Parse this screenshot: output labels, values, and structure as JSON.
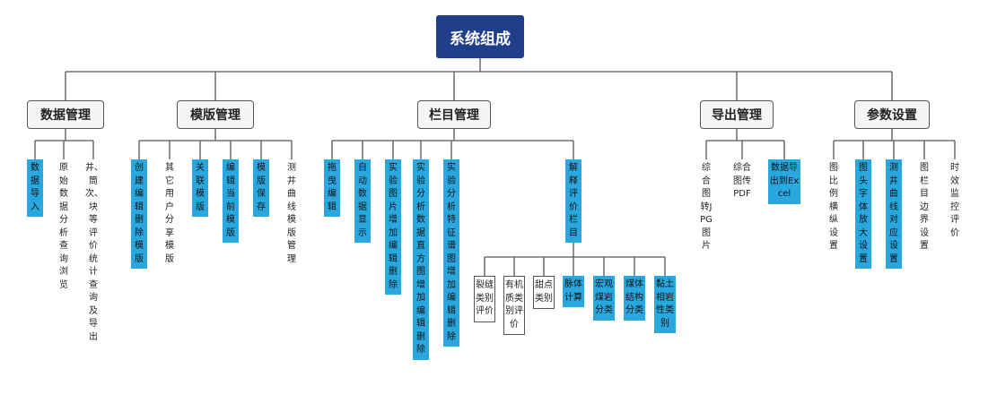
{
  "root": {
    "label": "系统组成"
  },
  "categories": [
    {
      "label": "数据管理",
      "items": [
        {
          "label": "数据导入",
          "style": "blue"
        },
        {
          "label": "原始数据分析查询浏览",
          "style": "plain"
        },
        {
          "label": "井、筒次、块等评价统计查询及导出",
          "style": "plain"
        }
      ]
    },
    {
      "label": "模版管理",
      "items": [
        {
          "label": "创建编辑删除模版",
          "style": "blue"
        },
        {
          "label": "其它用户分享模版",
          "style": "plain"
        },
        {
          "label": "关联模版",
          "style": "blue"
        },
        {
          "label": "编辑当前模版",
          "style": "blue"
        },
        {
          "label": "模版保存",
          "style": "blue"
        },
        {
          "label": "测井曲线模版管理",
          "style": "plain"
        }
      ]
    },
    {
      "label": "栏目管理",
      "items": [
        {
          "label": "拖曳编辑",
          "style": "blue"
        },
        {
          "label": "自动数据显示",
          "style": "blue"
        },
        {
          "label": "实验图片增加编辑删除",
          "style": "blue"
        },
        {
          "label": "实验分析数据直方图增加编辑删除",
          "style": "blue"
        },
        {
          "label": "实验分析特征谱图增加编辑删除",
          "style": "blue"
        },
        {
          "label": "解释评价栏目",
          "style": "blue",
          "children": [
            {
              "label": "裂缝类别评价",
              "style": "outline"
            },
            {
              "label": "有机质类别评价",
              "style": "outline"
            },
            {
              "label": "甜点类别",
              "style": "outline"
            },
            {
              "label": "脉体计算",
              "style": "blue"
            },
            {
              "label": "宏观煤岩分类",
              "style": "blue"
            },
            {
              "label": "煤体结构分类",
              "style": "blue"
            },
            {
              "label": "黏土相岩性类别",
              "style": "blue"
            }
          ]
        }
      ]
    },
    {
      "label": "导出管理",
      "items": [
        {
          "label": "综合图转JPG图片",
          "style": "plain"
        },
        {
          "label": "综合图传PDF",
          "style": "plain"
        },
        {
          "label": "数据导出到Excel",
          "style": "blue"
        }
      ]
    },
    {
      "label": "参数设置",
      "items": [
        {
          "label": "图比例横纵设置",
          "style": "plain"
        },
        {
          "label": "图头字体放大设置",
          "style": "blue"
        },
        {
          "label": "测井曲线对应设置",
          "style": "blue"
        },
        {
          "label": "图栏目边界设置",
          "style": "plain"
        },
        {
          "label": "时效监控评价",
          "style": "plain"
        }
      ]
    }
  ],
  "colors": {
    "root": "#1f3f8a",
    "highlight": "#29a8e0",
    "line": "#555555"
  }
}
